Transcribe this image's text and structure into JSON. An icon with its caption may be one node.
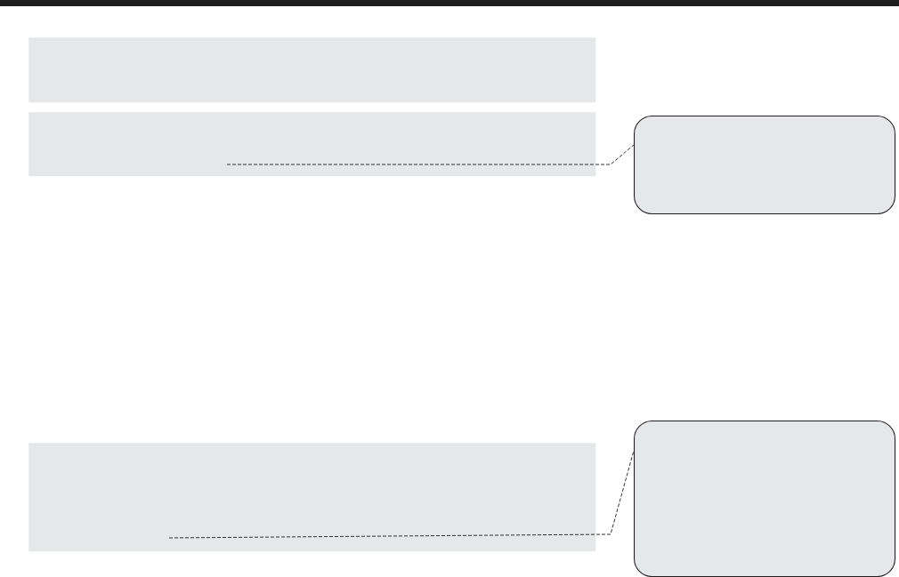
{
  "diagram": {
    "nodes": [
      {
        "text": [],
        "shape": "band"
      },
      {
        "text": [],
        "shape": "band"
      },
      {
        "text": [],
        "shape": "box"
      },
      {
        "text": [],
        "shape": "box"
      },
      {
        "text": [],
        "shape": "band"
      }
    ],
    "edges": [
      {
        "from": 1,
        "to": 2,
        "arrow": "none",
        "style": "dashed"
      },
      {
        "from": 4,
        "to": 3,
        "arrow": "none",
        "style": "dashed"
      }
    ]
  }
}
